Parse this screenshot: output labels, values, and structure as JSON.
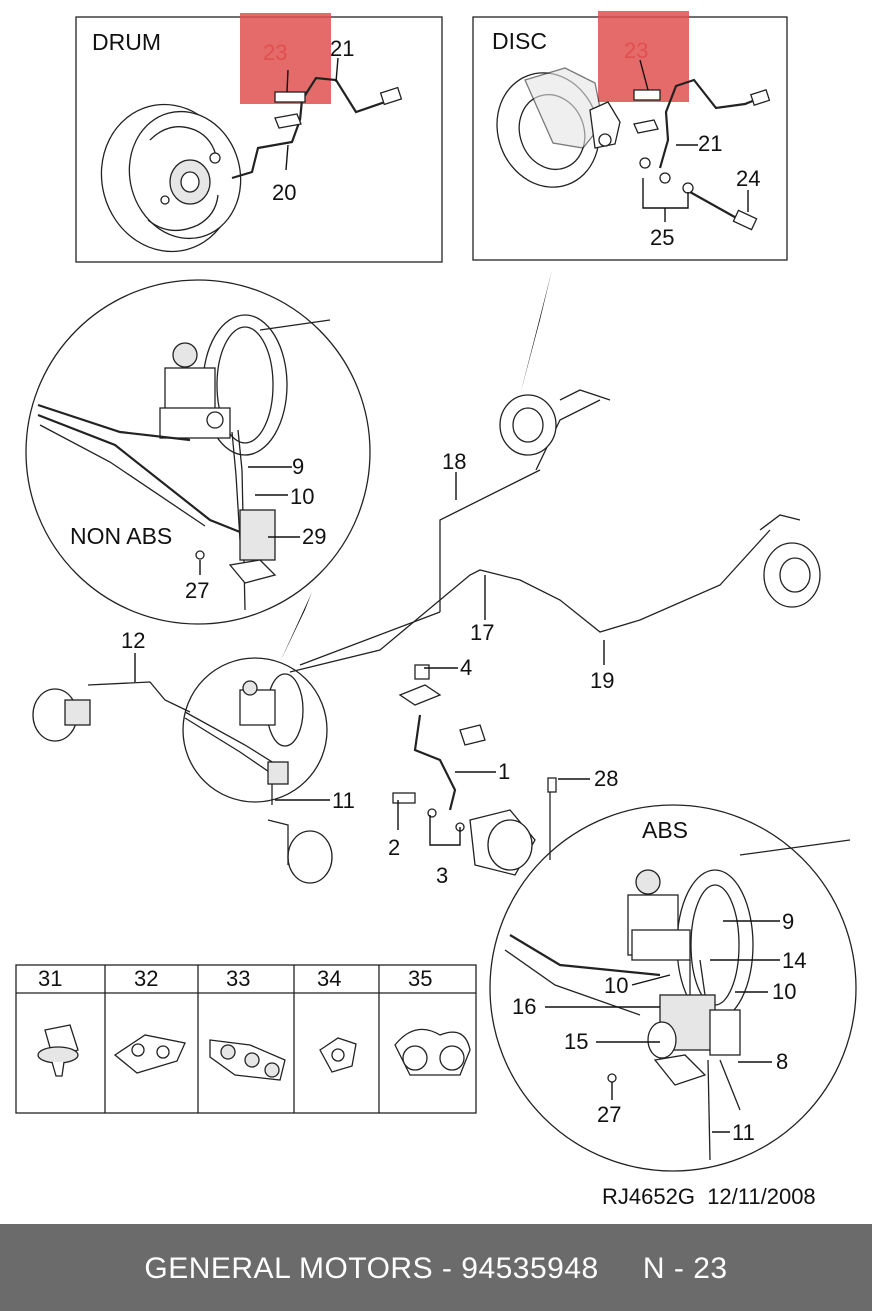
{
  "insets": {
    "drum": {
      "title": "DRUM",
      "labels": [
        "23",
        "21",
        "20"
      ]
    },
    "disc": {
      "title": "DISC",
      "labels": [
        "23",
        "21",
        "24",
        "25"
      ]
    }
  },
  "detail_non_abs": {
    "title": "NON ABS",
    "labels": [
      "9",
      "10",
      "29",
      "27"
    ]
  },
  "detail_abs": {
    "title": "ABS",
    "labels": [
      "9",
      "14",
      "10",
      "10",
      "16",
      "15",
      "8",
      "27",
      "11"
    ]
  },
  "main_labels": [
    "18",
    "17",
    "19",
    "12",
    "4",
    "1",
    "28",
    "11",
    "2",
    "3"
  ],
  "clip_table": {
    "headers": [
      "31",
      "32",
      "33",
      "34",
      "35"
    ]
  },
  "reference": {
    "code": "RJ4652G",
    "date": "12/11/2008"
  },
  "footer": {
    "text": "GENERAL MOTORS - 94535948     N - 23"
  },
  "highlight_color": "#e05050",
  "footer_color": "#6b6b6b"
}
